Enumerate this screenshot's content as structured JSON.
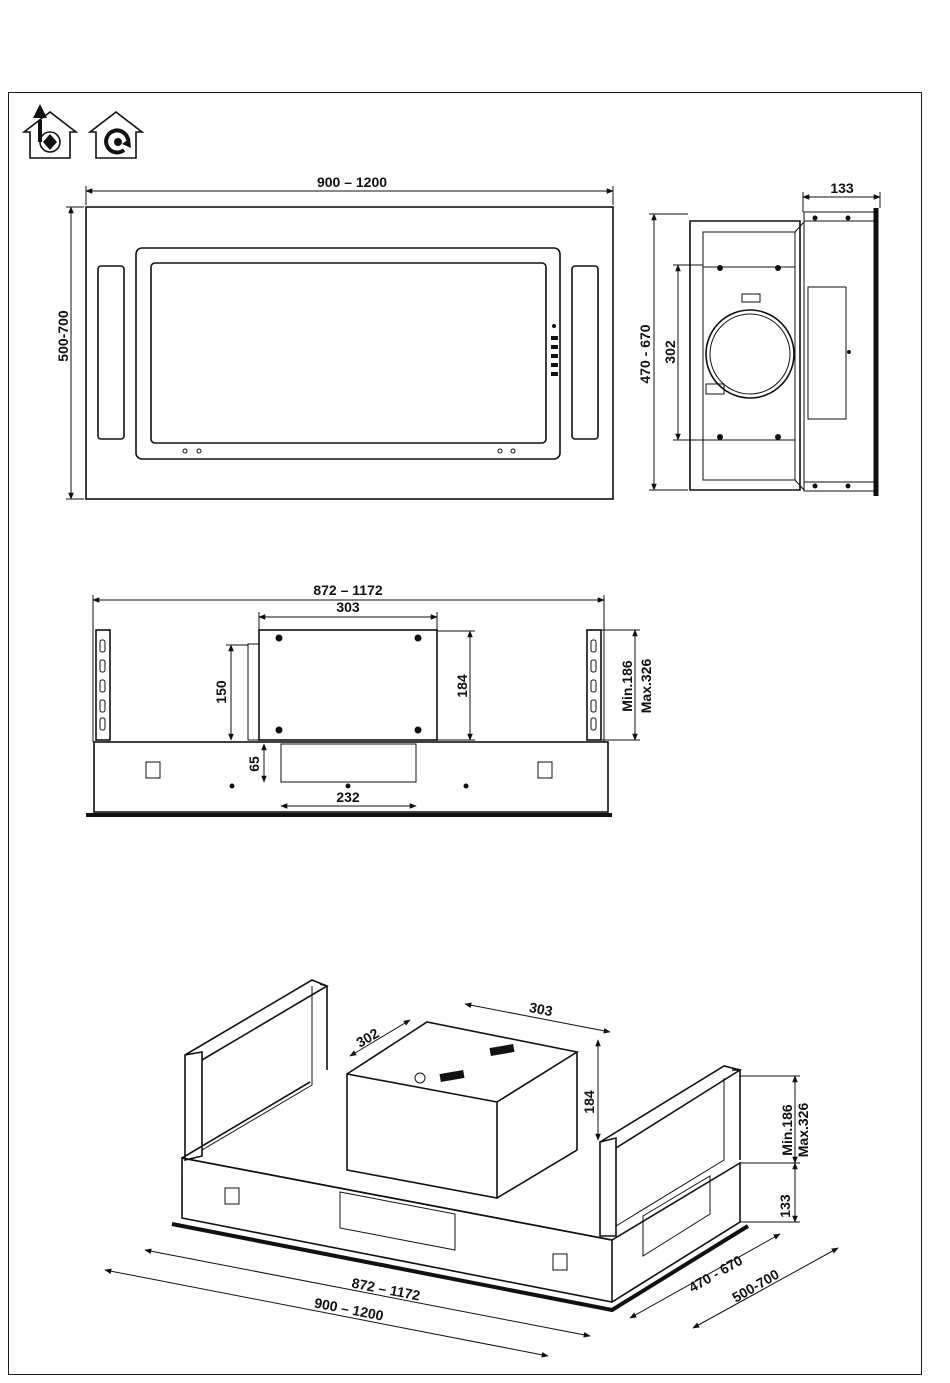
{
  "icons": {
    "ducted": "ducted-extraction-icon",
    "recirculating": "recirculation-icon"
  },
  "front_view": {
    "width_label": "900 – 1200",
    "height_label": "500-700"
  },
  "side_view": {
    "depth_label": "133",
    "height_label": "470 - 670",
    "inner_label": "302"
  },
  "elevation_view": {
    "width_label": "872 – 1172",
    "motor_width_label": "303",
    "motor_height_label": "184",
    "side_height_label": "150",
    "outlet_height_label": "65",
    "outlet_width_label": "232",
    "bracket_min_label": "Min.186",
    "bracket_max_label": "Max.326"
  },
  "iso_view": {
    "motor_depth_label": "302",
    "motor_width_label": "303",
    "motor_height_label": "184",
    "bracket_min_label": "Min.186",
    "bracket_max_label": "Max.326",
    "body_height_label": "133",
    "inner_width_label": "872 – 1172",
    "outer_width_label": "900 – 1200",
    "inner_depth_label": "470 - 670",
    "outer_depth_label": "500-700"
  }
}
